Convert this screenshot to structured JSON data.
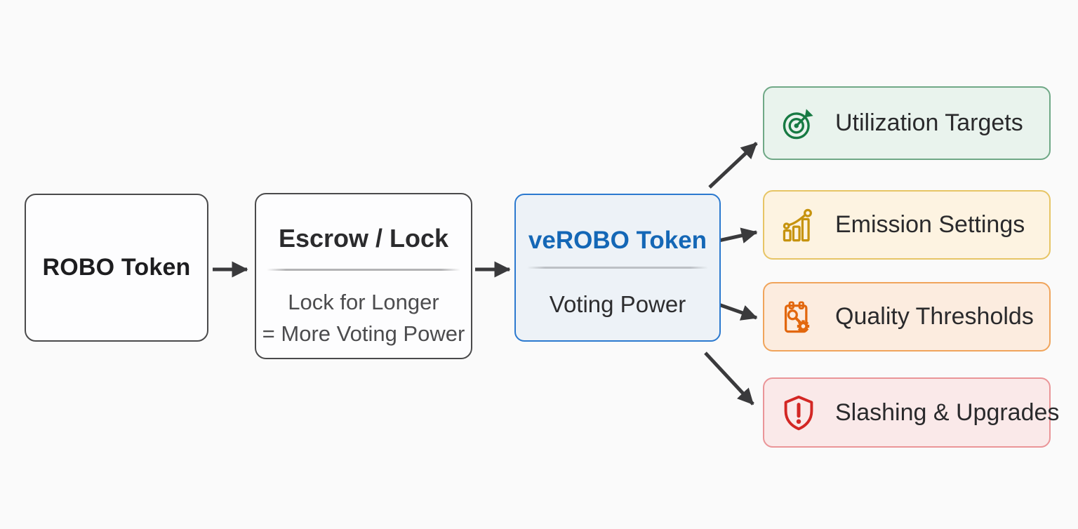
{
  "diagram": {
    "background_color": "#fafafa",
    "arrow_color": "#3a3a3c",
    "nodes": {
      "robo": {
        "title": "ROBO Token",
        "fill": "#fdfdfe",
        "border_color": "#4a4a4b"
      },
      "escrow": {
        "title": "Escrow / Lock",
        "subtitle_line1": "Lock for Longer",
        "subtitle_line2": "= More Voting Power",
        "fill": "#fdfdfe",
        "border_color": "#4a4a4b"
      },
      "verobo": {
        "title": "veROBO Token",
        "subtitle": "Voting Power",
        "title_color": "#1467b6",
        "fill": "#edf2f7",
        "border_color": "#2b79cf"
      }
    },
    "outputs": [
      {
        "label": "Utilization Targets",
        "icon": "target-dart-icon",
        "fill": "#e9f3ed",
        "border_color": "#6fa886",
        "icon_color": "#177a43"
      },
      {
        "label": "Emission Settings",
        "icon": "bar-chart-trend-icon",
        "fill": "#fdf3e1",
        "border_color": "#e7c565",
        "icon_color": "#c6930e"
      },
      {
        "label": "Quality Thresholds",
        "icon": "clipboard-gear-icon",
        "fill": "#fcecdf",
        "border_color": "#f0a45b",
        "icon_color": "#e2670d"
      },
      {
        "label": "Slashing & Upgrades",
        "icon": "shield-alert-icon",
        "fill": "#fae9e9",
        "border_color": "#ea9598",
        "icon_color": "#d32724"
      }
    ]
  }
}
